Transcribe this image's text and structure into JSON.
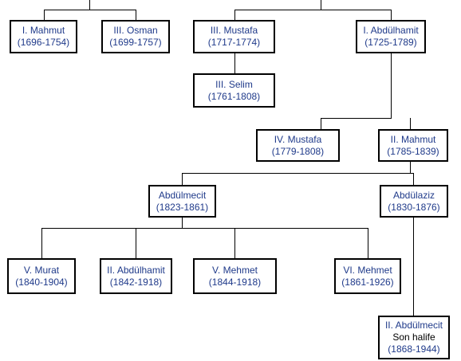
{
  "nodes": {
    "mahmut1": {
      "name": "I. Mahmut",
      "years": "(1696-1754)"
    },
    "osman3": {
      "name": "III. Osman",
      "years": "(1699-1757)"
    },
    "mustafa3": {
      "name": "III. Mustafa",
      "years": "(1717-1774)"
    },
    "abdulhamit1": {
      "name": "I. Abdülhamit",
      "years": "(1725-1789)"
    },
    "selim3": {
      "name": "III. Selim",
      "years": "(1761-1808)"
    },
    "mustafa4": {
      "name": "IV. Mustafa",
      "years": "(1779-1808)"
    },
    "mahmut2": {
      "name": "II. Mahmut",
      "years": "(1785-1839)"
    },
    "abdulmecit": {
      "name": "Abdülmecit",
      "years": "(1823-1861)"
    },
    "abdulaziz": {
      "name": "Abdülaziz",
      "years": "(1830-1876)"
    },
    "murat5": {
      "name": "V. Murat",
      "years": "(1840-1904)"
    },
    "abdulhamit2": {
      "name": "II. Abdülhamit",
      "years": "(1842-1918)"
    },
    "mehmet5": {
      "name": "V. Mehmet",
      "years": "(1844-1918)"
    },
    "mehmet6": {
      "name": "VI. Mehmet",
      "years": "(1861-1926)"
    },
    "abdulmecit2": {
      "name": "II. Abdülmecit",
      "subtitle": "Son halife",
      "years": "(1868-1944)"
    }
  },
  "colors": {
    "text": "#1f3a8a",
    "border": "#000000",
    "line": "#000000",
    "background": "#ffffff"
  }
}
